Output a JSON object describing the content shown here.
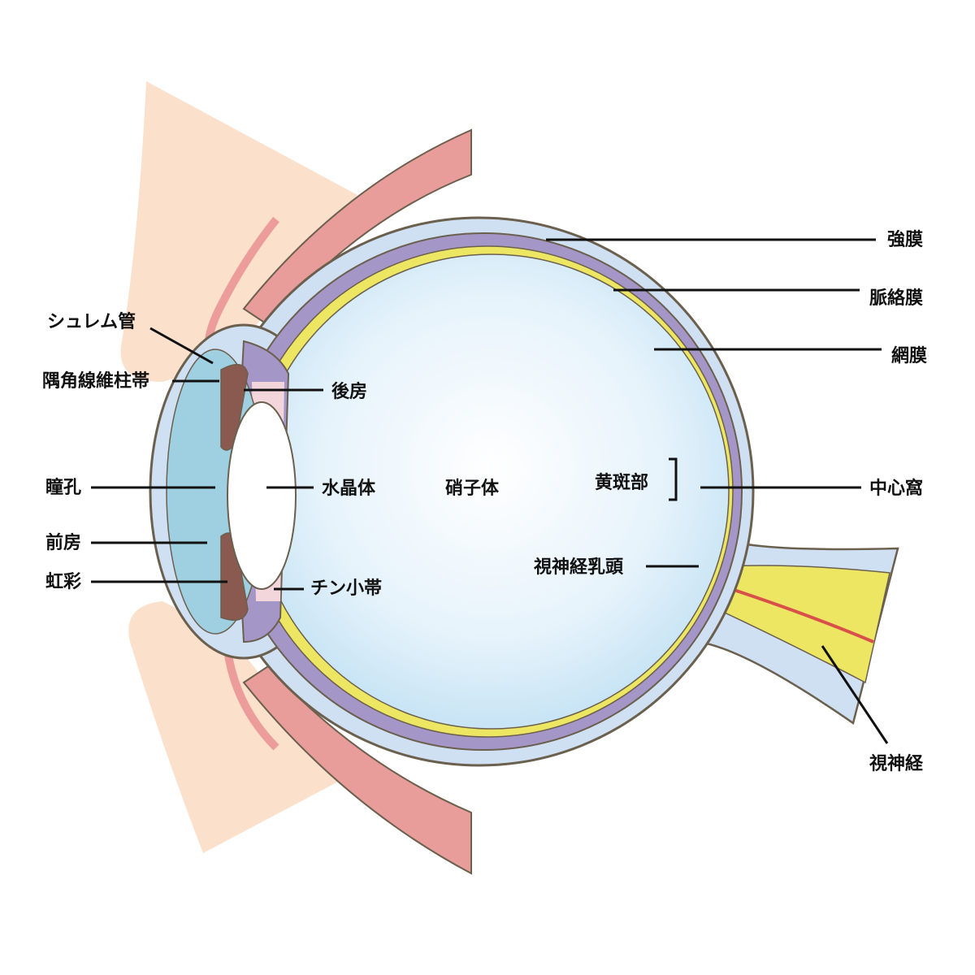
{
  "title": "眼球の構造",
  "labels": {
    "sclera": "強膜",
    "choroid": "脈絡膜",
    "retina": "網膜",
    "fovea": "中心窩",
    "macula": "黄斑部",
    "optic_disc": "視神経乳頭",
    "optic_nerve": "視神経",
    "vitreous": "硝子体",
    "lens": "水晶体",
    "posterior_chamber": "後房",
    "zonule": "チン小帯",
    "schlemm_canal": "シュレム管",
    "trabecular_meshwork": "隅角線維柱帯",
    "pupil": "瞳孔",
    "anterior_chamber": "前房",
    "iris": "虹彩"
  },
  "colors": {
    "skin": "#fbe0cc",
    "muscle": "#e99d9b",
    "sclera": "#cfe0f2",
    "choroid": "#a596c8",
    "retina": "#ece663",
    "aqueous": "#9fd0e2",
    "iris": "#8a5a50",
    "outline": "#6b5f4e"
  }
}
